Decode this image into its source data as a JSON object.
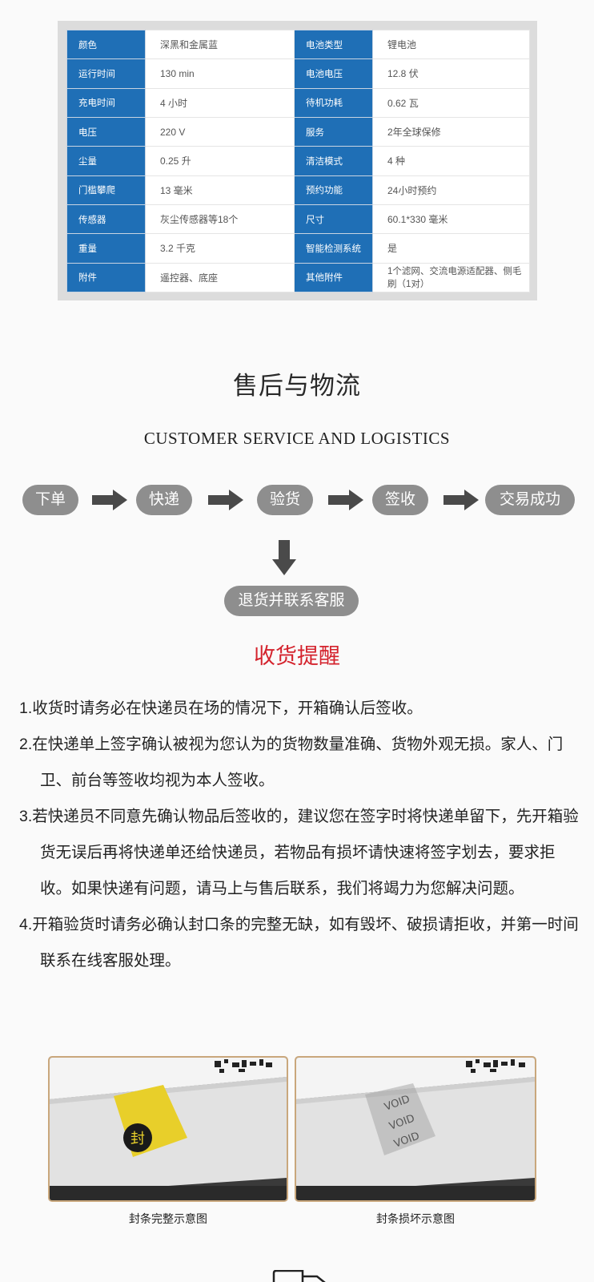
{
  "specs": {
    "rows": [
      {
        "k1": "颜色",
        "v1": "深黑和金属蓝",
        "k2": "电池类型",
        "v2": "锂电池"
      },
      {
        "k1": "运行时间",
        "v1": "130 min",
        "k2": "电池电压",
        "v2": "12.8 伏"
      },
      {
        "k1": "充电时间",
        "v1": "4 小时",
        "k2": "待机功耗",
        "v2": "0.62 瓦"
      },
      {
        "k1": "电压",
        "v1": "220 V",
        "k2": "服务",
        "v2": "2年全球保修"
      },
      {
        "k1": "尘量",
        "v1": "0.25 升",
        "k2": "清洁模式",
        "v2": "4 种"
      },
      {
        "k1": "门槛攀爬",
        "v1": "13 毫米",
        "k2": "预约功能",
        "v2": "24小时预约"
      },
      {
        "k1": "传感器",
        "v1": "灰尘传感器等18个",
        "k2": "尺寸",
        "v2": "60.1*330 毫米"
      },
      {
        "k1": "重量",
        "v1": "3.2 千克",
        "k2": "智能检测系统",
        "v2": "是"
      },
      {
        "k1": "附件",
        "v1": "遥控器、底座",
        "k2": "其他附件",
        "v2": "1个滤网、交流电源适配器、侧毛刷（1对）"
      }
    ]
  },
  "service": {
    "title_cn": "售后与物流",
    "title_en": "CUSTOMER SERVICE AND LOGISTICS",
    "steps": [
      "下单",
      "快递",
      "验货",
      "签收",
      "交易成功"
    ],
    "return_label": "退货并联系客服"
  },
  "reminder": {
    "title": "收货提醒",
    "items": [
      "1.收货时请务必在快递员在场的情况下，开箱确认后签收。",
      "2.在快递单上签字确认被视为您认为的货物数量准确、货物外观无损。家人、门卫、前台等签收均视为本人签收。",
      "3.若快递员不同意先确认物品后签收的，建议您在签字时将快递单留下，先开箱验货无误后再将快递单还给快递员，若物品有损坏请快速将签字划去，要求拒收。如果快递有问题，请马上与售后联系，我们将竭力为您解决问题。",
      "4.开箱验货时请务必确认封口条的完整无缺，如有毁坏、破损请拒收，并第一时间联系在线客服处理。"
    ]
  },
  "photos": {
    "intact_caption": "封条完整示意图",
    "damaged_caption": "封条损坏示意图",
    "seal_text": "封",
    "void_text": "VOID"
  },
  "colors": {
    "key_cell": "#1f6fb6",
    "pill": "#8e8e8e",
    "arrow": "#4a4a4a",
    "reminder_title": "#d4232d",
    "photo_border": "#c9a77c"
  }
}
